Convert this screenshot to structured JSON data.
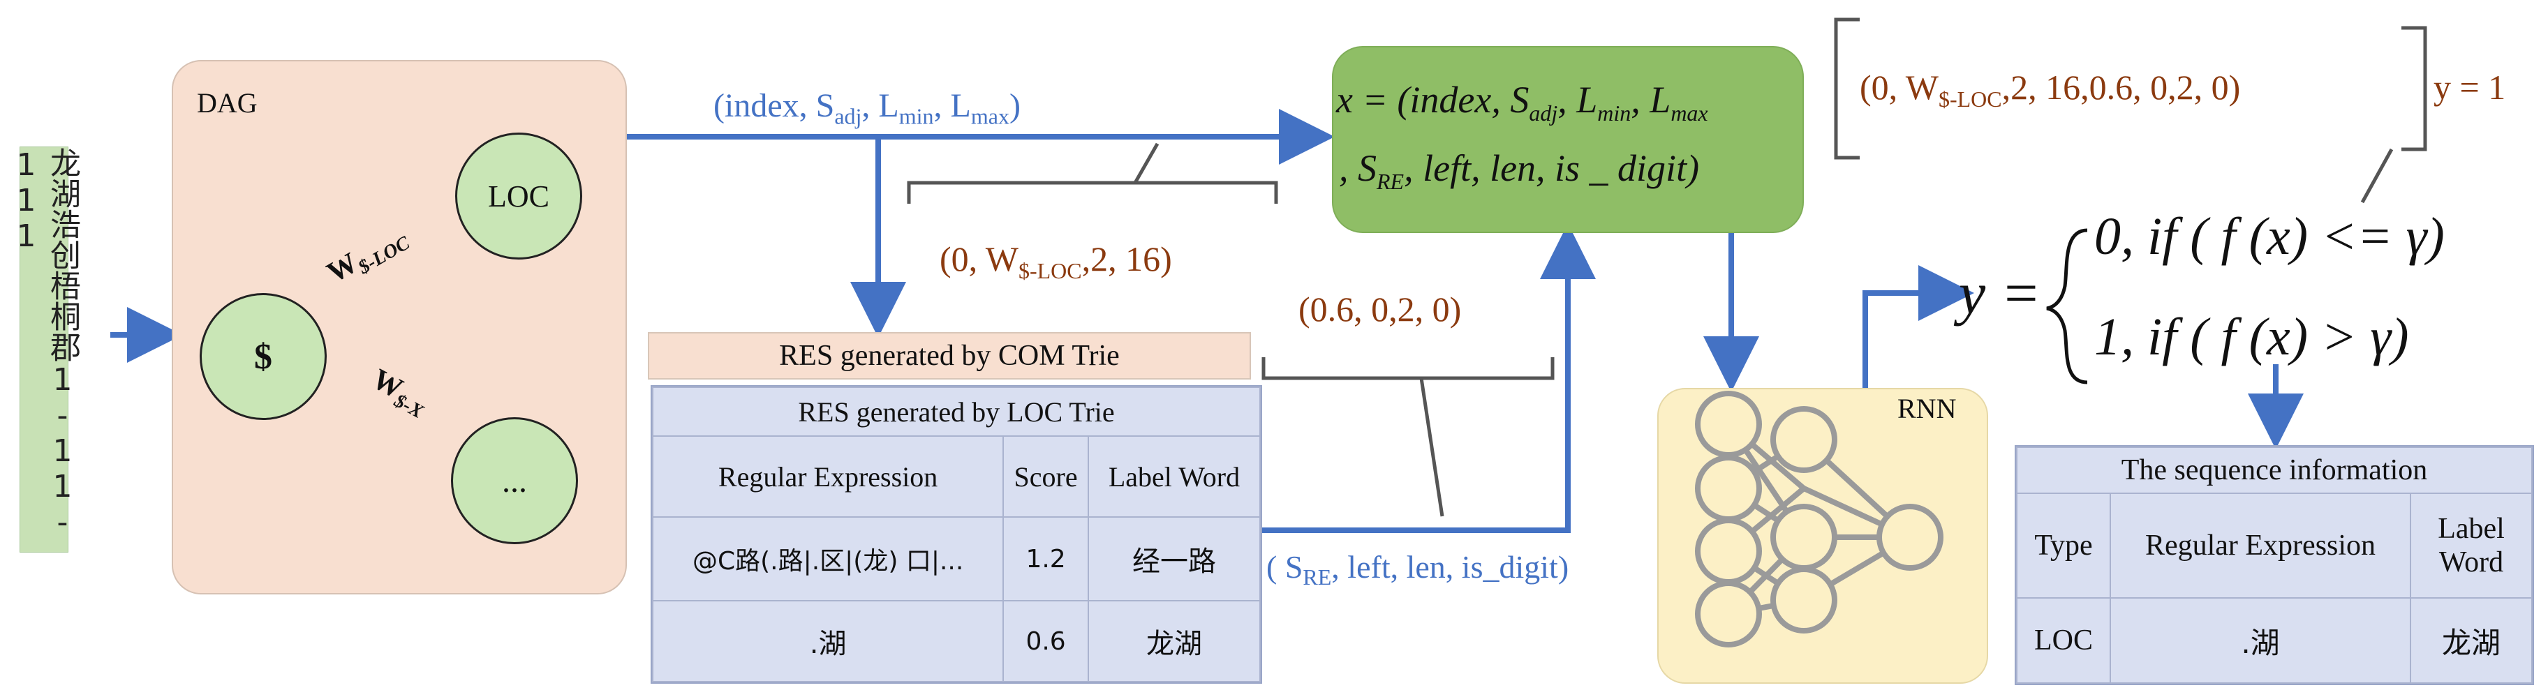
{
  "input": {
    "text": "龙湖浩创梧桐郡1-11-111"
  },
  "dag": {
    "title": "DAG",
    "nodes": {
      "loc": "LOC",
      "root": "$",
      "other": "..."
    },
    "edges": {
      "to_loc": "W",
      "to_loc_sub": "$-LOC",
      "to_other": "W",
      "to_other_sub": "$-X"
    }
  },
  "flow_label": {
    "text": "(index, S",
    "s_sub": "adj",
    "mid": ", L",
    "min_sub": "min",
    "mid2": ", L",
    "max_sub": "max",
    "end": ")"
  },
  "vector": {
    "line1_a": "x = (index, S",
    "line1_sub1": "adj",
    "line1_b": ", L",
    "line1_sub2": "min",
    "line1_c": ", L",
    "line1_sub3": "max",
    "line2_a": ", S",
    "line2_sub": "RE",
    "line2_b": ", left, len, is _ digit)"
  },
  "annotations": {
    "vector_value_a": "(0, W",
    "vector_value_sub": "$-LOC",
    "vector_value_b": ",2, 16,0.6, 0,2, 0)",
    "label_value": "y = 1",
    "dag_value_a": "(0, W",
    "dag_value_sub": "$-LOC",
    "dag_value_b": ",2, 16)",
    "re_value": "(0.6, 0,2, 0)",
    "re_flow_a": "( S",
    "re_flow_sub": "RE",
    "re_flow_b": ", left, len, is_digit)"
  },
  "res_com": {
    "title": "RES generated by COM Trie"
  },
  "res_loc": {
    "title": "RES generated by LOC Trie",
    "headers": [
      "Regular Expression",
      "Score",
      "Label Word"
    ],
    "rows": [
      [
        "@C路(.路|.区|(龙) 口|...",
        "1.2",
        "经一路"
      ],
      [
        ".湖",
        "0.6",
        "龙湖"
      ]
    ]
  },
  "rnn": {
    "label": "RNN"
  },
  "equation": {
    "lhs": "y =",
    "row1": "0, if ( f (x) <= γ)",
    "row2": "1, if ( f (x) > γ)"
  },
  "sequence_table": {
    "title": "The sequence information",
    "headers": [
      "Type",
      "Regular Expression",
      "Label Word"
    ],
    "rows": [
      [
        "LOC",
        ".湖",
        "龙湖"
      ]
    ]
  },
  "colors": {
    "arrow": "#4472c4",
    "annotation": "#8b3a0f",
    "vector_fill": "#8fbe66",
    "dag_fill": "#f8dfd0",
    "table_fill": "#d9dff1",
    "rnn_fill": "#fcf0c6",
    "input_fill": "#c8e1b5"
  }
}
